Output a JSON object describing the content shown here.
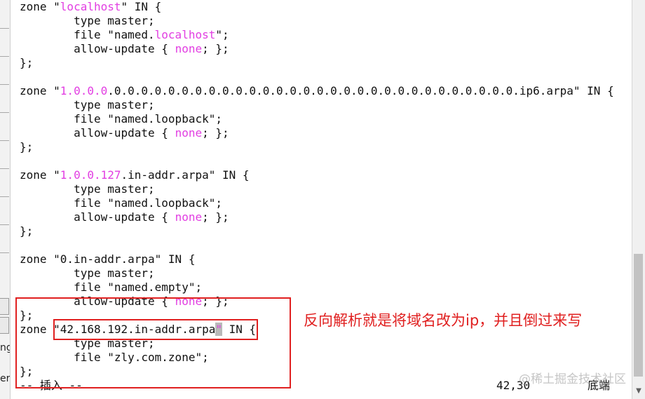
{
  "editor": {
    "lines": [
      [
        {
          "t": "zone \""
        },
        {
          "t": "localhost",
          "c": "m"
        },
        {
          "t": "\" IN {"
        }
      ],
      [
        {
          "t": "        type master;"
        }
      ],
      [
        {
          "t": "        file \"named."
        },
        {
          "t": "localhost",
          "c": "m"
        },
        {
          "t": "\";"
        }
      ],
      [
        {
          "t": "        allow-update { "
        },
        {
          "t": "none",
          "c": "m"
        },
        {
          "t": "; };"
        }
      ],
      [
        {
          "t": "};"
        }
      ],
      [
        {
          "t": ""
        }
      ],
      [
        {
          "t": "zone \""
        },
        {
          "t": "1.0.0.0",
          "c": "m"
        },
        {
          "t": ".0.0.0.0.0.0.0.0.0.0.0.0.0.0.0.0.0.0.0.0.0.0.0.0.0.0.0.0.0.0.ip6.arpa\" IN {"
        }
      ],
      [
        {
          "t": "        type master;"
        }
      ],
      [
        {
          "t": "        file \"named.loopback\";"
        }
      ],
      [
        {
          "t": "        allow-update { "
        },
        {
          "t": "none",
          "c": "m"
        },
        {
          "t": "; };"
        }
      ],
      [
        {
          "t": "};"
        }
      ],
      [
        {
          "t": ""
        }
      ],
      [
        {
          "t": "zone \""
        },
        {
          "t": "1.0.0.127",
          "c": "m"
        },
        {
          "t": ".in-addr.arpa\" IN {"
        }
      ],
      [
        {
          "t": "        type master;"
        }
      ],
      [
        {
          "t": "        file \"named.loopback\";"
        }
      ],
      [
        {
          "t": "        allow-update { "
        },
        {
          "t": "none",
          "c": "m"
        },
        {
          "t": "; };"
        }
      ],
      [
        {
          "t": "};"
        }
      ],
      [
        {
          "t": ""
        }
      ],
      [
        {
          "t": "zone \"0.in-addr.arpa\" IN {"
        }
      ],
      [
        {
          "t": "        type master;"
        }
      ],
      [
        {
          "t": "        file \"named.empty\";"
        }
      ],
      [
        {
          "t": "        allow-update { "
        },
        {
          "t": "none",
          "c": "m"
        },
        {
          "t": "; };"
        }
      ],
      [
        {
          "t": "};"
        }
      ],
      [
        {
          "t": "zone \"42.168.192.in-addr.arpa"
        },
        {
          "t": "\"",
          "c": "cursor"
        },
        {
          "t": " IN {"
        }
      ],
      [
        {
          "t": "        type master;"
        }
      ],
      [
        {
          "t": "        file \"zly.com.zone\";"
        }
      ],
      [
        {
          "t": "};"
        }
      ]
    ]
  },
  "status": {
    "mode": "-- 插入 --",
    "position": "42,30",
    "scroll": "底端"
  },
  "annotation": {
    "text": "反向解析就是将域名改为ip，并且倒过来写"
  },
  "watermark": {
    "text": "@稀土掘金技术社区"
  },
  "left_strip": {
    "label_1": "ng",
    "label_2": "er"
  },
  "colors": {
    "magenta": "#e23ee2",
    "annotation_red": "#e02020"
  }
}
